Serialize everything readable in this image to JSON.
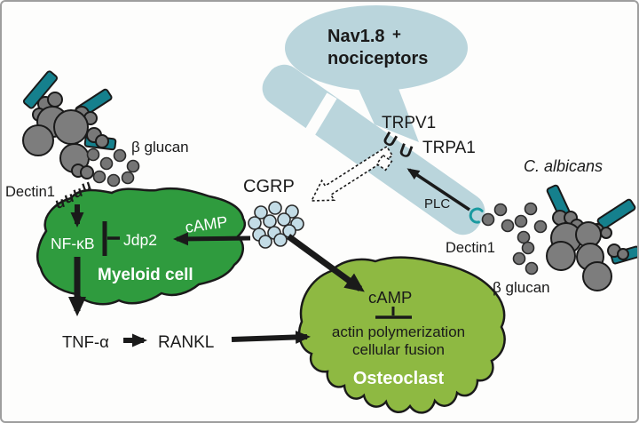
{
  "figure": {
    "nociceptor": {
      "line1": "Nav1.8",
      "plus": "+",
      "line2": "nociceptors"
    },
    "nerve_receptors": {
      "trpv1": "TRPV1",
      "trpa1": "TRPA1",
      "plc": "PLC"
    },
    "right_pathogen": {
      "species": "C. albicans",
      "receptor_label": "Dectin1",
      "ligand_label": "β glucan"
    },
    "left_pathogen": {
      "receptor_label": "Dectin1",
      "ligand_label": "β glucan"
    },
    "neuropeptide": {
      "label": "CGRP"
    },
    "myeloid_cell": {
      "nfkb": "NF-κB",
      "jdp2": "Jdp2",
      "camp": "cAMP",
      "name": "Myeloid cell"
    },
    "cytokines": {
      "tnf": "TNF-α",
      "rankl": "RANKL"
    },
    "osteoclast": {
      "camp": "cAMP",
      "process1": "actin polymerization",
      "process2": "cellular fusion",
      "name": "Osteoclast"
    },
    "glyphs": {
      "receptor_u_small": "u",
      "receptor_u_big": "U"
    },
    "colors": {
      "nerve_fill": "#bad5dc",
      "myeloid_fill": "#2f9b3e",
      "osteoclast_fill": "#8eb942",
      "hypha_teal": "#15808d",
      "yeast_gray": "#787878",
      "cgrp_dot": "#c3dce6",
      "dectin_u_blue": "#8ccbe8",
      "trpv1_u_green": "#8ba32a",
      "trpa1_u_purple": "#4a3fa0",
      "dectin_c_teal": "#1a9aa0",
      "ink": "#1a1a1a",
      "border_gray": "#9e9e9e"
    }
  }
}
